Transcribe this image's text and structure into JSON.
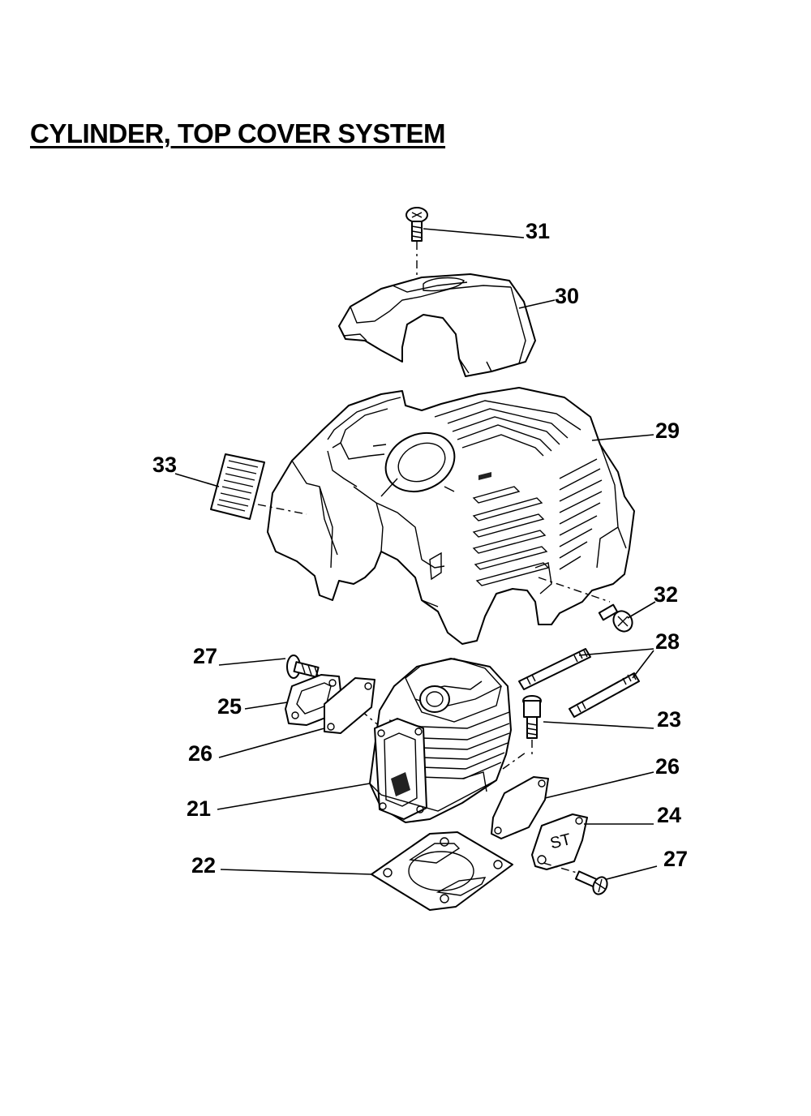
{
  "title": "CYLINDER, TOP COVER SYSTEM",
  "callouts": {
    "c31": "31",
    "c30": "30",
    "c29": "29",
    "c33": "33",
    "c32": "32",
    "c27a": "27",
    "c28": "28",
    "c25": "25",
    "c23": "23",
    "c26a": "26",
    "c26b": "26",
    "c21": "21",
    "c24": "24",
    "c22": "22",
    "c27b": "27"
  },
  "decal_text": "ST"
}
